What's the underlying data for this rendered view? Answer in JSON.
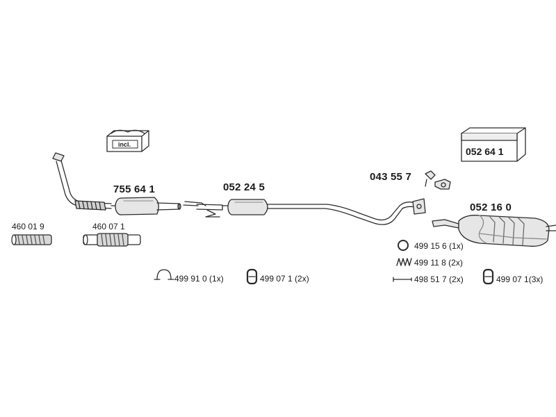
{
  "parts": {
    "front_pipe": "755 64 1",
    "middle_silencer": "052 24 5",
    "rear_silencer": "052 16 0",
    "bracket": "043 55 7",
    "mounting_kit": "052 64 1",
    "flex_left": "460 01 9",
    "flex_right": "460 07 1",
    "incl": "incl."
  },
  "accessories": {
    "clamp": "499 91 0 (1x)",
    "hanger_mid": "499 07 1 (2x)",
    "ring": "499 15 6 (1x)",
    "spring": "499 11 8 (2x)",
    "bolt": "498 51 7 (2x)",
    "hanger_rear": "499 07 1(3x)"
  },
  "colors": {
    "line": "#2b2b2b",
    "fill": "#e6e6e6",
    "shade": "#bdbdbd"
  }
}
